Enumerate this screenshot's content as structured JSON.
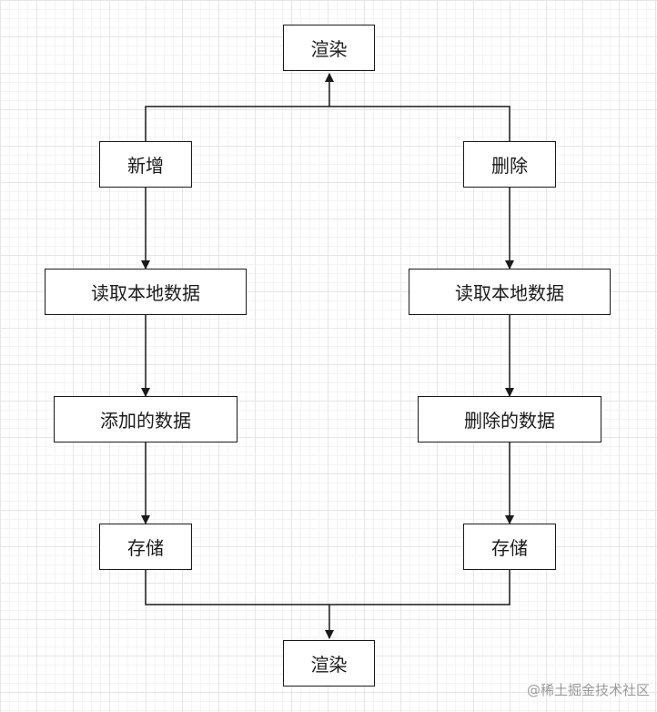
{
  "nodes": {
    "render_top": "渲染",
    "add": "新增",
    "delete": "删除",
    "read_local_left": "读取本地数据",
    "read_local_right": "读取本地数据",
    "added_data": "添加的数据",
    "deleted_data": "删除的数据",
    "store_left": "存储",
    "store_right": "存储",
    "render_bottom": "渲染"
  },
  "watermark": "@稀土掘金技术社区",
  "colors": {
    "stroke": "#1a1a1a",
    "grid": "#e6e6e6",
    "watermark": "#9a9a9a"
  }
}
